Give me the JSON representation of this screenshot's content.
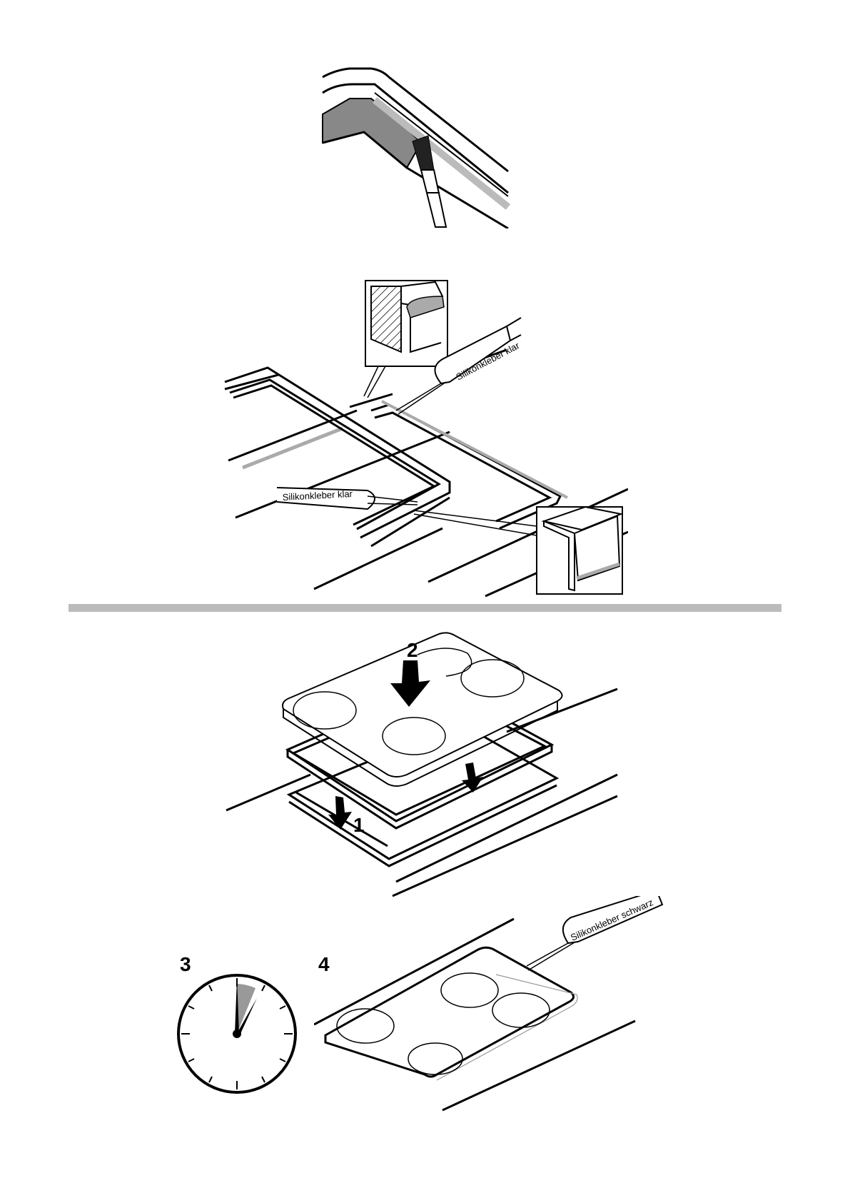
{
  "figure1": {
    "label_glue_top": "Silikonkleber klar",
    "label_glue_left": "Silikonkleber klar"
  },
  "figure2": {
    "step_press_seal": "1",
    "step_place_hob": "2"
  },
  "figure3": {
    "step_wait": "3",
    "step_seal": "4",
    "label_glue_black": "Silikonkleber  schwarz"
  },
  "icons": {
    "brush": "brush-icon",
    "clock": "clock-icon",
    "arrow": "arrow-down-icon"
  },
  "colors": {
    "ink": "#000000",
    "silicone": "#aaaaaa",
    "divider": "#bbbbbb",
    "paper": "#ffffff"
  }
}
